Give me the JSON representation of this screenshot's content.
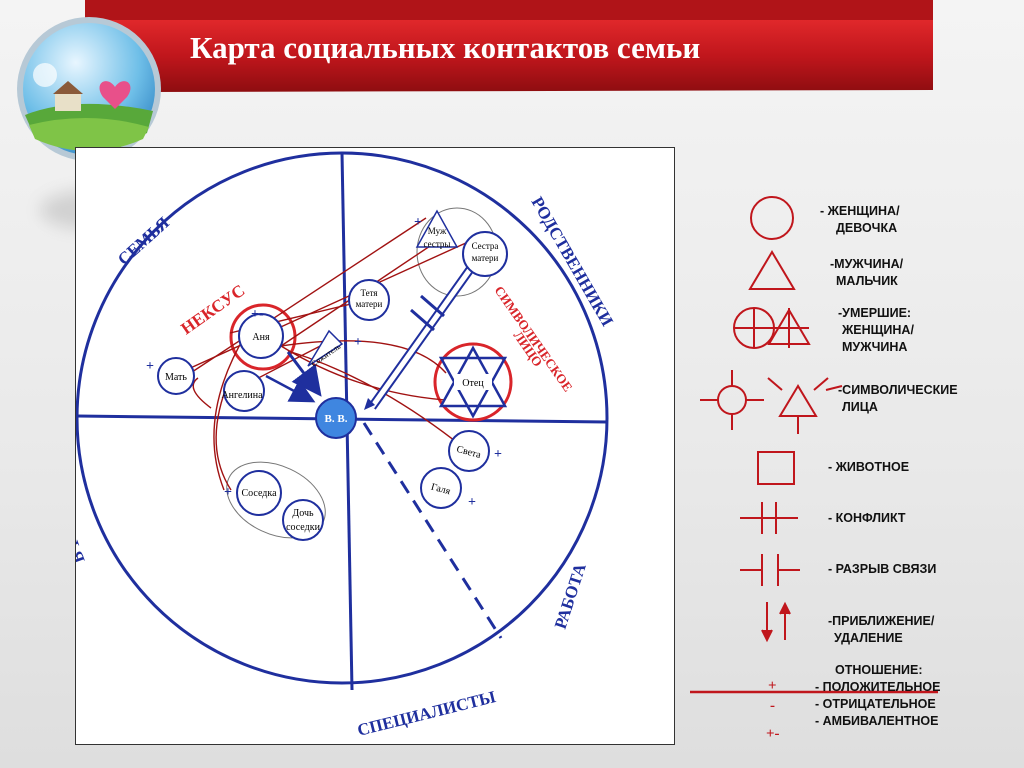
{
  "header": {
    "title": "Карта социальных контактов семьи"
  },
  "sectors": {
    "family": "СЕМЬЯ",
    "relatives": "РОДСТВЕННИКИ",
    "friends": "ДРУЗЬЯ",
    "work": "РАБОТА",
    "specialists": "СПЕЦИАЛИСТЫ",
    "nexus": "НЕКСУС",
    "symbolic_line1": "СИМВОЛИЧЕСКОЕ",
    "symbolic_line2": "ЛИЦО"
  },
  "nodes": {
    "center": "В. В.",
    "anya": "Аня",
    "mother": "Мать",
    "angelina": "Ангелина",
    "sozhitel": "Сожитель",
    "aunt_line1": "Тетя",
    "aunt_line2": "матери",
    "husband_line1": "Муж",
    "husband_line2": "сестры",
    "sister_line1": "Сестра",
    "sister_line2": "матери",
    "father": "Отец",
    "sveta": "Света",
    "galya": "Галя",
    "neighbor": "Соседка",
    "neighbor_daughter_line1": "Дочь",
    "neighbor_daughter_line2": "соседки"
  },
  "signs": {
    "plus": "+",
    "minus": "-",
    "ambivalent": "+-"
  },
  "legend": {
    "woman": [
      "-  ЖЕНЩИНА/",
      "ДЕВОЧКА"
    ],
    "man": [
      "-МУЖЧИНА/",
      "МАЛЬЧИК"
    ],
    "deceased": [
      "-УМЕРШИЕ:",
      "ЖЕНЩИНА/",
      "МУЖЧИНА"
    ],
    "symbolic": [
      "-СИМВОЛИЧЕСКИЕ",
      " ЛИЦА"
    ],
    "animal": "-  ЖИВОТНОЕ",
    "conflict": "-  КОНФЛИКТ",
    "break": "-  РАЗРЫВ СВЯЗИ",
    "approach": [
      "-ПРИБЛИЖЕНИЕ/",
      "УДАЛЕНИЕ"
    ],
    "relation_title": "ОТНОШЕНИЕ:",
    "relation_positive": "- ПОЛОЖИТЕЛЬНОЕ",
    "relation_negative": "- ОТРИЦАТЕЛЬНОЕ",
    "relation_ambivalent": "- АМБИВАЛЕНТНОЕ"
  },
  "colors": {
    "accent_red": "#c0161c",
    "blue": "#1f2f9e",
    "line_red": "#a11212",
    "node_blue": "#3f86e0"
  }
}
